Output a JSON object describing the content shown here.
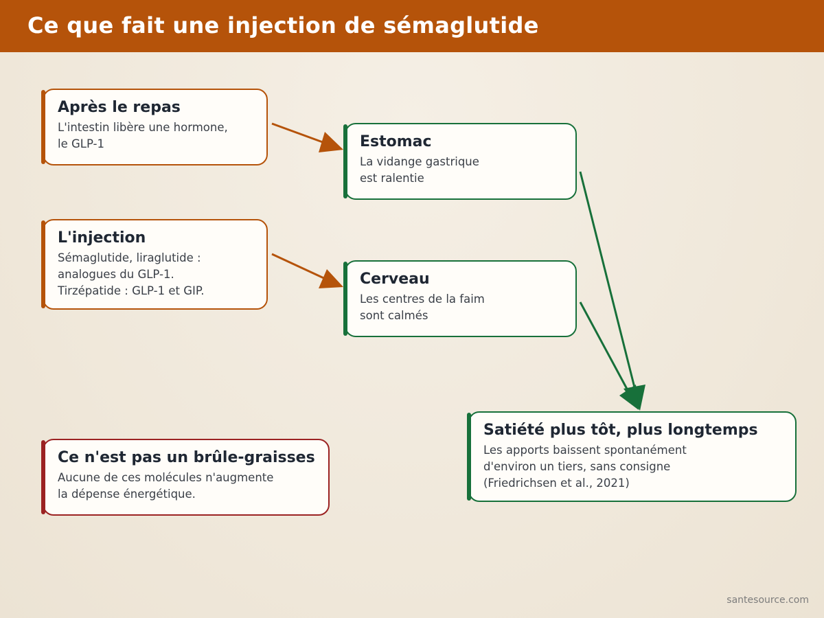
{
  "header": {
    "title": "Ce que fait une injection de sémaglutide"
  },
  "cards": {
    "repas": {
      "title": "Après le repas",
      "lines": [
        "L'intestin libère une hormone,",
        "le GLP-1"
      ]
    },
    "injection": {
      "title": "L'injection",
      "lines": [
        "Sémaglutide, liraglutide :",
        "analogues du GLP-1.",
        "Tirzépatide : GLP-1 et GIP."
      ]
    },
    "estomac": {
      "title": "Estomac",
      "lines": [
        "La vidange gastrique",
        "est ralentie"
      ]
    },
    "cerveau": {
      "title": "Cerveau",
      "lines": [
        "Les centres de la faim",
        "sont calmés"
      ]
    },
    "satiete": {
      "title": "Satiété plus tôt, plus longtemps",
      "lines": [
        "Les apports baissent spontanément",
        "d'environ un tiers, sans consigne",
        "(Friedrichsen et al., 2021)"
      ]
    },
    "bruleur": {
      "title": "Ce n'est pas un brûle-graisses",
      "lines": [
        "Aucune de ces molécules n'augmente",
        "la dépense énergétique."
      ]
    }
  },
  "footer": {
    "site": "santesource.com"
  },
  "colors": {
    "header": "#b5530a",
    "orange": "#b5530a",
    "green": "#17703a",
    "red": "#9b2222"
  }
}
